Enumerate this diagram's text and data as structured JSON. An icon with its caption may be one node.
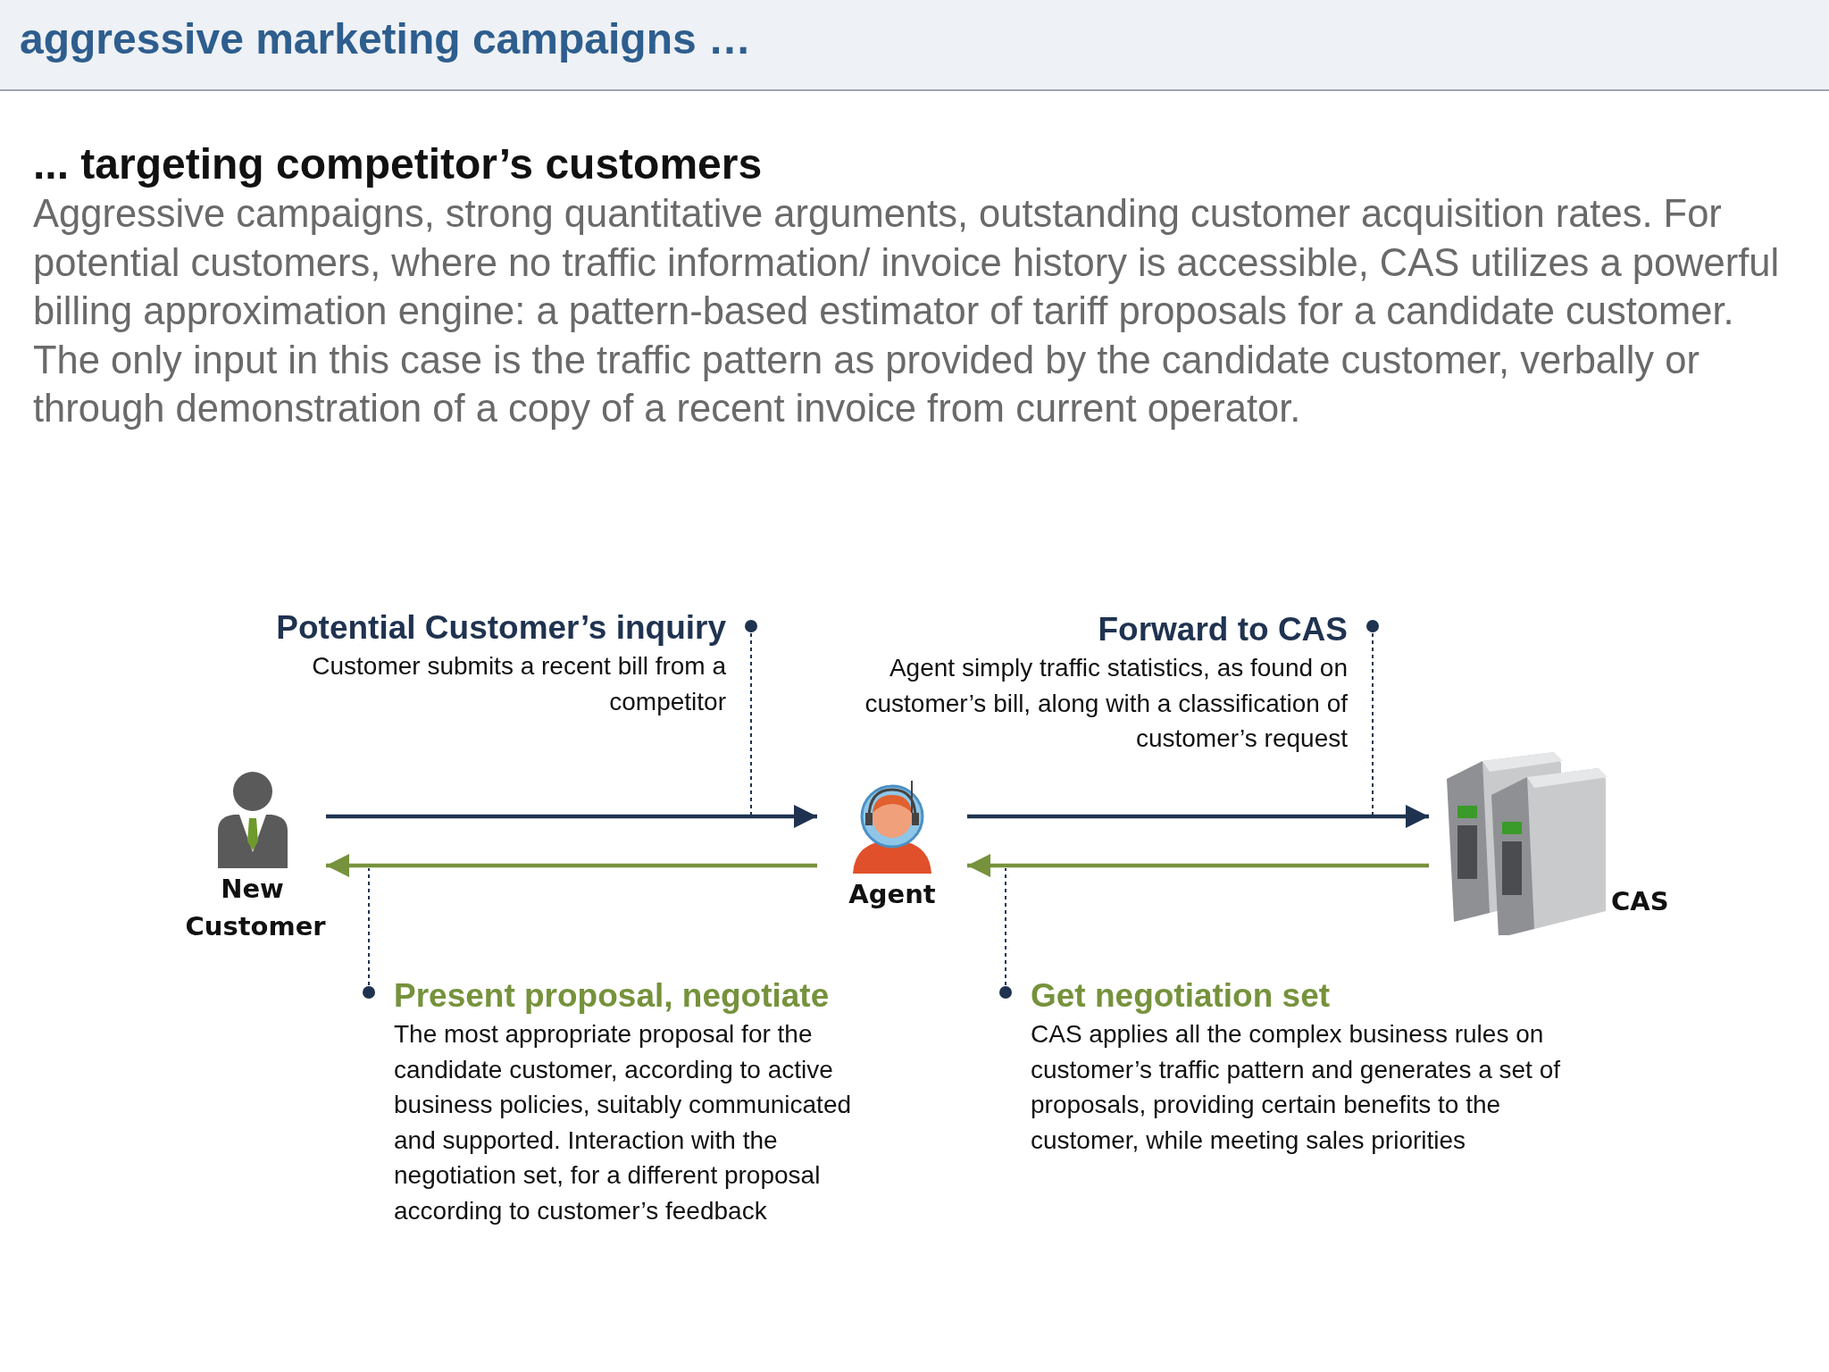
{
  "diagram": {
    "title": "aggressive marketing campaigns …",
    "nodes": [
      {
        "text": [
          "New Customer"
        ]
      },
      {
        "text": [
          "Agent"
        ]
      },
      {
        "text": [
          "CAS"
        ]
      },
      {
        "text": [
          "Potential Customer’s inquiry",
          "Customer submits a recent bill from a competitor"
        ]
      },
      {
        "text": [
          "Forward to CAS",
          "Agent simply traffic statistics, as found on customer’s bill, along with a classification of customer’s request"
        ]
      },
      {
        "text": [
          "Present proposal, negotiate",
          "The most appropriate proposal for the candidate customer, according to active business policies, suitably communicated and supported. Interaction with the negotiation set, for a different proposal according to customer’s feedback"
        ]
      },
      {
        "text": [
          "Get negotiation set",
          "CAS applies all the complex business rules on customer’s traffic pattern and generates a set of proposals, providing certain benefits to the customer, while meeting sales priorities"
        ]
      }
    ],
    "edges": [
      {
        "from": 0,
        "to": 1,
        "arrow": "to"
      },
      {
        "from": 1,
        "to": 2,
        "arrow": "to"
      },
      {
        "from": 2,
        "to": 1,
        "arrow": "to",
        "color": "#76923c"
      },
      {
        "from": 1,
        "to": 0,
        "arrow": "to",
        "color": "#76923c"
      },
      {
        "from": 3,
        "to": null,
        "arrow": "other",
        "style": "dashed"
      },
      {
        "from": 4,
        "to": null,
        "arrow": "other",
        "style": "dashed"
      },
      {
        "from": 5,
        "to": null,
        "arrow": "other",
        "style": "dashed"
      },
      {
        "from": 6,
        "to": null,
        "arrow": "other",
        "style": "dashed"
      }
    ],
    "labels": [
      "... targeting competitor’s customers",
      "Aggressive campaigns, strong quantitative arguments, outstanding customer acquisition rates. For potential customers, where no traffic information/ invoice history is accessible, CAS utilizes a powerful billing approximation engine: a pattern-based estimator of tariff proposals for a candidate customer. The only input in this case is the traffic pattern as provided by the candidate customer, verbally or through demonstration of a copy of a recent invoice from current operator."
    ]
  }
}
